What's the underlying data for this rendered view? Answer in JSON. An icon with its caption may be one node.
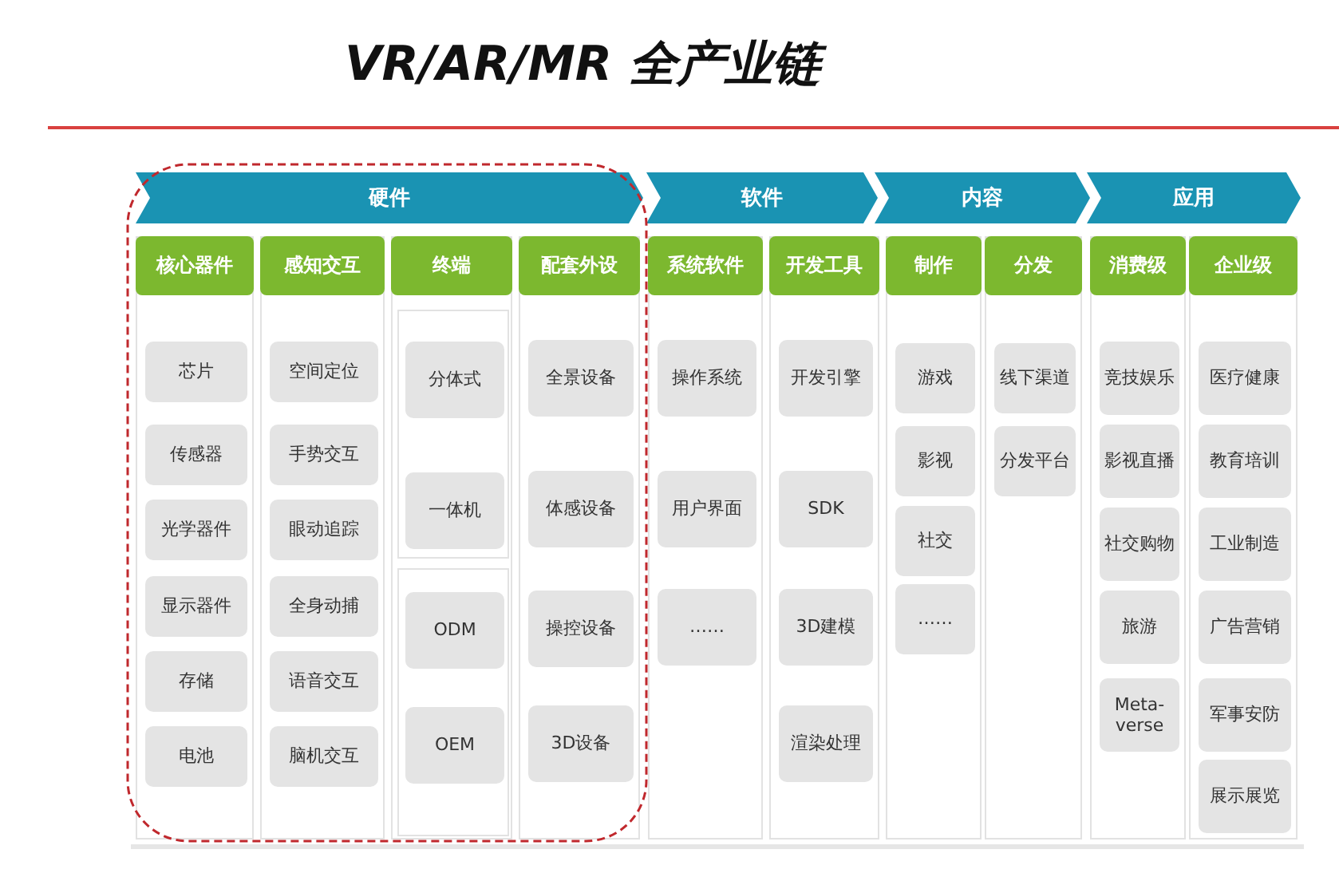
{
  "diagram": {
    "title": "VR/AR/MR 全产业链",
    "nodes": [
      {
        "text": [
          "硬件"
        ]
      },
      {
        "text": [
          "软件"
        ]
      },
      {
        "text": [
          "内容"
        ]
      },
      {
        "text": [
          "应用"
        ]
      },
      {
        "text": [
          "核心器件"
        ]
      },
      {
        "text": [
          "芯片"
        ],
        "in": 4
      },
      {
        "text": [
          "传感器"
        ],
        "in": 4
      },
      {
        "text": [
          "光学器件"
        ],
        "in": 4
      },
      {
        "text": [
          "显示器件"
        ],
        "in": 4
      },
      {
        "text": [
          "存储"
        ],
        "in": 4
      },
      {
        "text": [
          "电池"
        ],
        "in": 4
      },
      {
        "text": [
          "感知交互"
        ]
      },
      {
        "text": [
          "空间定位"
        ],
        "in": 11
      },
      {
        "text": [
          "手势交互"
        ],
        "in": 11
      },
      {
        "text": [
          "眼动追踪"
        ],
        "in": 11
      },
      {
        "text": [
          "全身动捕"
        ],
        "in": 11
      },
      {
        "text": [
          "语音交互"
        ],
        "in": 11
      },
      {
        "text": [
          "脑机交互"
        ],
        "in": 11
      },
      {
        "text": [
          "终端"
        ]
      },
      {
        "text": [],
        "shape": "box",
        "in": 18
      },
      {
        "text": [
          "分体式"
        ],
        "in": 19
      },
      {
        "text": [
          "一体机"
        ],
        "in": 19
      },
      {
        "text": [],
        "shape": "box",
        "in": 18
      },
      {
        "text": [
          "ODM"
        ],
        "in": 22
      },
      {
        "text": [
          "OEM"
        ],
        "in": 22
      },
      {
        "text": [
          "配套外设"
        ]
      },
      {
        "text": [
          "全景设备"
        ],
        "in": 25
      },
      {
        "text": [
          "体感设备"
        ],
        "in": 25
      },
      {
        "text": [
          "操控设备"
        ],
        "in": 25
      },
      {
        "text": [
          "3D设备"
        ],
        "in": 25
      },
      {
        "text": [
          "系统软件"
        ]
      },
      {
        "text": [
          "操作系统"
        ],
        "in": 30
      },
      {
        "text": [
          "用户界面"
        ],
        "in": 30
      },
      {
        "text": [
          "……"
        ],
        "in": 30
      },
      {
        "text": [
          "开发工具"
        ]
      },
      {
        "text": [
          "开发引擎"
        ],
        "in": 34
      },
      {
        "text": [
          "SDK"
        ],
        "in": 34
      },
      {
        "text": [
          "3D建模"
        ],
        "in": 34
      },
      {
        "text": [
          "渲染处理"
        ],
        "in": 34
      },
      {
        "text": [
          "制作"
        ]
      },
      {
        "text": [
          "游戏"
        ],
        "in": 39
      },
      {
        "text": [
          "影视"
        ],
        "in": 39
      },
      {
        "text": [
          "社交"
        ],
        "in": 39
      },
      {
        "text": [
          "……"
        ],
        "in": 39
      },
      {
        "text": [
          "分发"
        ]
      },
      {
        "text": [
          "线下渠道"
        ],
        "in": 44
      },
      {
        "text": [
          "分发平台"
        ],
        "in": 44
      },
      {
        "text": [
          "消费级"
        ]
      },
      {
        "text": [
          "竞技娱乐"
        ],
        "in": 47
      },
      {
        "text": [
          "影视直播"
        ],
        "in": 47
      },
      {
        "text": [
          "社交购物"
        ],
        "in": 47
      },
      {
        "text": [
          "旅游"
        ],
        "in": 47
      },
      {
        "text": [
          "Meta-verse"
        ],
        "in": 47
      },
      {
        "text": [
          "企业级"
        ]
      },
      {
        "text": [
          "医疗健康"
        ],
        "in": 53
      },
      {
        "text": [
          "教育培训"
        ],
        "in": 53
      },
      {
        "text": [
          "工业制造"
        ],
        "in": 53
      },
      {
        "text": [
          "广告营销"
        ],
        "in": 53
      },
      {
        "text": [
          "军事安防"
        ],
        "in": 53
      },
      {
        "text": [
          "展示展览"
        ],
        "in": 53
      }
    ],
    "edges": []
  }
}
